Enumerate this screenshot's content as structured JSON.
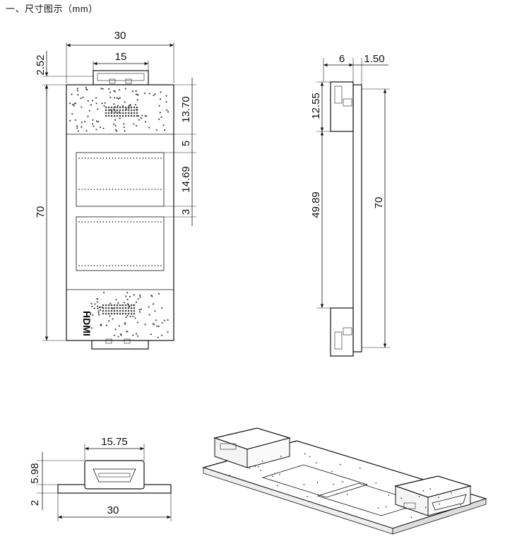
{
  "title": "一、尺寸图示（mm）",
  "front": {
    "width": "30",
    "connector_width": "15",
    "tab_height": "2.52",
    "top_section": "13.70",
    "gap_top": "5",
    "chip_height": "14.69",
    "gap_mid": "3",
    "total_height": "70",
    "logo_text": "HDMI"
  },
  "side": {
    "connector_depth": "6",
    "board_thickness": "1.50",
    "connector_length": "12.55",
    "middle_length": "49.89",
    "total_height": "70"
  },
  "end": {
    "connector_width": "15.75",
    "connector_height": "5.98",
    "board_height": "2",
    "total_width": "30"
  }
}
